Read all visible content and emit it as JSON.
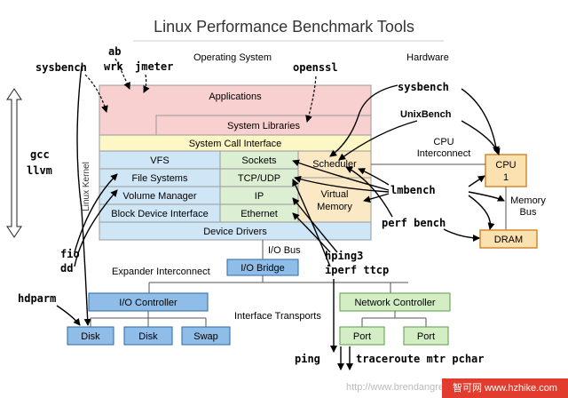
{
  "title": "Linux Performance Benchmark Tools",
  "sections": {
    "operating_system": "Operating System",
    "hardware": "Hardware",
    "linux_kernel": "Linux Kernel",
    "io_bus": "I/O Bus",
    "expander_interconnect": "Expander Interconnect",
    "interface_transports": "Interface Transports",
    "cpu_interconnect": "CPU\nInterconnect",
    "memory_bus": "Memory\nBus"
  },
  "layers": {
    "applications": "Applications",
    "system_libraries": "System Libraries",
    "system_call_interface": "System Call Interface",
    "vfs": "VFS",
    "file_systems": "File Systems",
    "volume_manager": "Volume Manager",
    "block_device_interface": "Block Device Interface",
    "sockets": "Sockets",
    "tcp_udp": "TCP/UDP",
    "ip": "IP",
    "ethernet": "Ethernet",
    "scheduler": "Scheduler",
    "virtual_memory": "Virtual\nMemory",
    "device_drivers": "Device Drivers"
  },
  "hardware": {
    "cpu": "CPU\n1",
    "dram": "DRAM",
    "io_bridge": "I/O Bridge",
    "io_controller": "I/O Controller",
    "network_controller": "Network Controller",
    "disk1": "Disk",
    "disk2": "Disk",
    "swap": "Swap",
    "port1": "Port",
    "port2": "Port"
  },
  "tools": {
    "sysbench_left": "sysbench",
    "ab": "ab",
    "wrk": "wrk",
    "jmeter": "jmeter",
    "openssl": "openssl",
    "gcc": "gcc",
    "llvm": "llvm",
    "fio": "fio",
    "dd": "dd",
    "hdparm": "hdparm",
    "sysbench_right": "sysbench",
    "unixbench": "UnixBench",
    "lmbench": "lmbench",
    "perf_bench": "perf bench",
    "hping3": "hping3",
    "iperf_ttcp": "iperf ttcp",
    "ping": "ping",
    "traceroute_mtr_pchar": "traceroute mtr pchar"
  },
  "footer": {
    "credit": "http://www.brendangre",
    "watermark": "智可网 www.hzhike.com"
  },
  "colors": {
    "applications": "#f9d0d0",
    "syscall": "#fcf7c4",
    "kernel_blue": "#cfe6f7",
    "net_green": "#dcefd2",
    "sched_yellow": "#fae9c4",
    "device_drivers": "#cfe6f7",
    "io_blue": "#8fbde8",
    "net_hw_green": "#d3eec5",
    "cpu_orange": "#fbe0b0"
  }
}
